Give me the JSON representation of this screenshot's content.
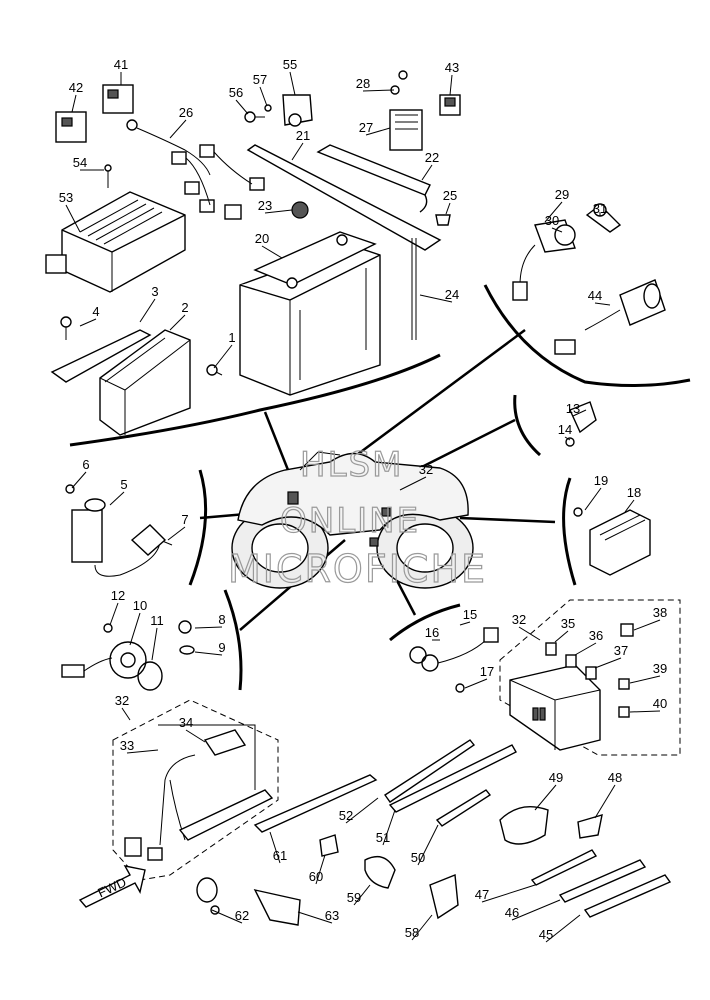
{
  "watermark": {
    "line1": "HLSM",
    "line2": "ONLINE",
    "line3": "MICROFICHE"
  },
  "direction_label": "FWD",
  "callouts": [
    {
      "id": "c1",
      "label": "1"
    },
    {
      "id": "c2",
      "label": "2"
    },
    {
      "id": "c3",
      "label": "3"
    },
    {
      "id": "c4",
      "label": "4"
    },
    {
      "id": "c5",
      "label": "5"
    },
    {
      "id": "c6",
      "label": "6"
    },
    {
      "id": "c7",
      "label": "7"
    },
    {
      "id": "c8",
      "label": "8"
    },
    {
      "id": "c9",
      "label": "9"
    },
    {
      "id": "c10",
      "label": "10"
    },
    {
      "id": "c11",
      "label": "11"
    },
    {
      "id": "c12",
      "label": "12"
    },
    {
      "id": "c13",
      "label": "13"
    },
    {
      "id": "c14",
      "label": "14"
    },
    {
      "id": "c15",
      "label": "15"
    },
    {
      "id": "c16",
      "label": "16"
    },
    {
      "id": "c17",
      "label": "17"
    },
    {
      "id": "c18",
      "label": "18"
    },
    {
      "id": "c19",
      "label": "19"
    },
    {
      "id": "c20",
      "label": "20"
    },
    {
      "id": "c21",
      "label": "21"
    },
    {
      "id": "c22",
      "label": "22"
    },
    {
      "id": "c23",
      "label": "23"
    },
    {
      "id": "c24",
      "label": "24"
    },
    {
      "id": "c25",
      "label": "25"
    },
    {
      "id": "c26",
      "label": "26"
    },
    {
      "id": "c27",
      "label": "27"
    },
    {
      "id": "c28",
      "label": "28"
    },
    {
      "id": "c29",
      "label": "29"
    },
    {
      "id": "c30",
      "label": "30"
    },
    {
      "id": "c31",
      "label": "31"
    },
    {
      "id": "c32a",
      "label": "32"
    },
    {
      "id": "c32b",
      "label": "32"
    },
    {
      "id": "c32c",
      "label": "32"
    },
    {
      "id": "c33",
      "label": "33"
    },
    {
      "id": "c34",
      "label": "34"
    },
    {
      "id": "c35",
      "label": "35"
    },
    {
      "id": "c36",
      "label": "36"
    },
    {
      "id": "c37",
      "label": "37"
    },
    {
      "id": "c38",
      "label": "38"
    },
    {
      "id": "c39",
      "label": "39"
    },
    {
      "id": "c40",
      "label": "40"
    },
    {
      "id": "c41",
      "label": "41"
    },
    {
      "id": "c42",
      "label": "42"
    },
    {
      "id": "c43",
      "label": "43"
    },
    {
      "id": "c44",
      "label": "44"
    },
    {
      "id": "c45",
      "label": "45"
    },
    {
      "id": "c46",
      "label": "46"
    },
    {
      "id": "c47",
      "label": "47"
    },
    {
      "id": "c48",
      "label": "48"
    },
    {
      "id": "c49",
      "label": "49"
    },
    {
      "id": "c50",
      "label": "50"
    },
    {
      "id": "c51",
      "label": "51"
    },
    {
      "id": "c52",
      "label": "52"
    },
    {
      "id": "c53",
      "label": "53"
    },
    {
      "id": "c54",
      "label": "54"
    },
    {
      "id": "c55",
      "label": "55"
    },
    {
      "id": "c56",
      "label": "56"
    },
    {
      "id": "c57",
      "label": "57"
    },
    {
      "id": "c58",
      "label": "58"
    },
    {
      "id": "c59",
      "label": "59"
    },
    {
      "id": "c60",
      "label": "60"
    },
    {
      "id": "c61",
      "label": "61"
    },
    {
      "id": "c62",
      "label": "62"
    },
    {
      "id": "c63",
      "label": "63"
    }
  ]
}
